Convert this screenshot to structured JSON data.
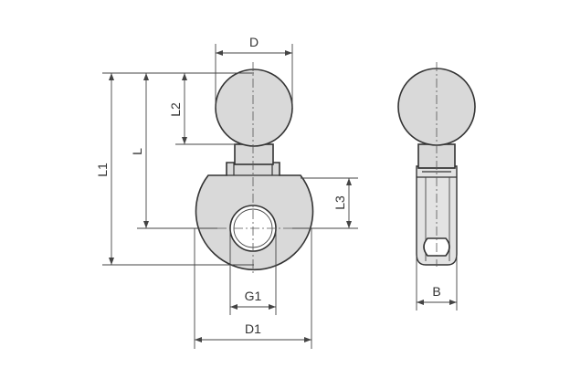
{
  "dimensions": {
    "D": "D",
    "L1": "L1",
    "L": "L",
    "L2": "L2",
    "L3": "L3",
    "G1": "G1",
    "D1": "D1",
    "B": "B"
  },
  "colors": {
    "part_fill": "#d9d9d9",
    "line": "#333333",
    "background": "#ffffff"
  }
}
